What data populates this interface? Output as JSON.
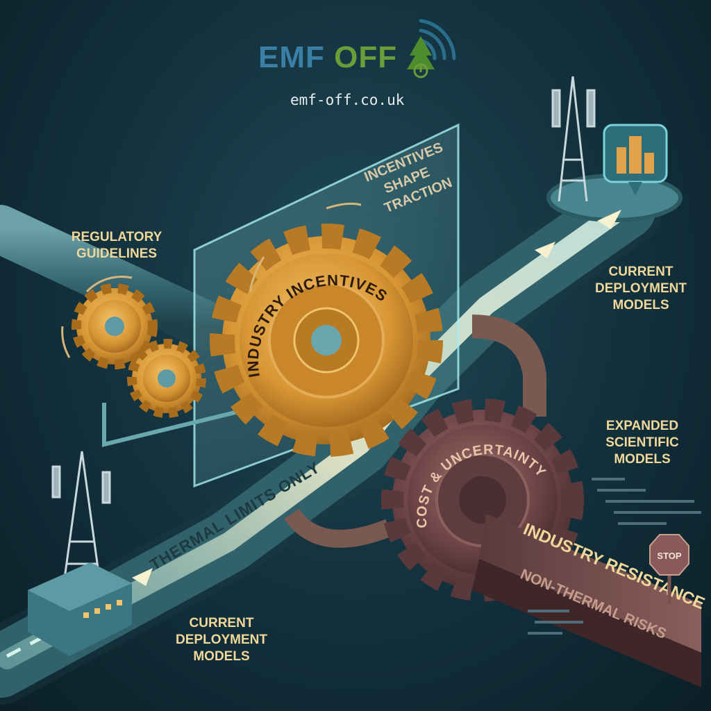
{
  "brand": {
    "name_part1": "EMF",
    "name_part2": "OFF",
    "url": "emf-off.co.uk"
  },
  "labels": {
    "regulatory_guidelines": "REGULATORY\nGUIDELINES",
    "current_deployment_top": "CURRENT\nDEPLOYMENT\nMODELS",
    "expanded_scientific": "EXPANDED\nSCIENTIFIC\nMODELS",
    "current_deployment_bottom": "CURRENT\nDEPLOYMENT\nMODELS",
    "incentives_shape_traction": [
      "INCENTIVES",
      "SHAPE",
      "TRACTION"
    ],
    "industry_incentives": "INDUSTRY INCENTIVES",
    "thermal_limits_only": "THERMAL LIMITS ONLY",
    "cost_uncertainty": "COST & UNCERTAINTY",
    "industry_resistance": "INDUSTRY RESISTANCE",
    "non_thermal_risks": "NON-THERMAL RISKS",
    "stop_sign": "STOP"
  },
  "colors": {
    "gold": "#d99a32",
    "gold_dark": "#a86d1c",
    "rust": "#7a5050",
    "rust_dark": "#4e3236",
    "pipe": "#5e9aa3",
    "glow": "#f4f1c6",
    "label": "#f0d79a",
    "brand_blue": "#3a7fa6",
    "brand_green": "#6a9c3a"
  }
}
